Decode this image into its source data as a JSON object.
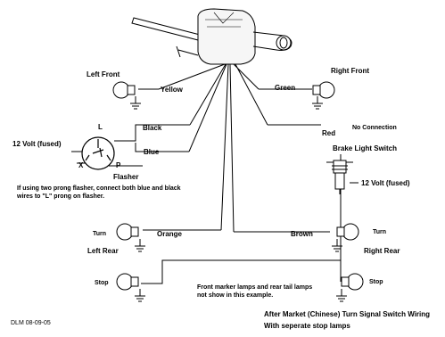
{
  "diagram": {
    "title_line1": "After Market (Chinese) Turn Signal Switch Wiring",
    "title_line2": "With seperate stop lamps",
    "credit": "DLM  08-09-05",
    "lamps": {
      "left_front": "Left Front",
      "right_front": "Right Front",
      "left_rear": "Left Rear",
      "right_rear": "Right Rear",
      "turn_left": "Turn",
      "turn_right": "Turn",
      "stop_left": "Stop",
      "stop_right": "Stop"
    },
    "wires": {
      "yellow": "Yellow",
      "green": "Green",
      "black": "Black",
      "blue": "Blue",
      "red": "Red",
      "red_note": "No Connection",
      "orange": "Orange",
      "brown": "Brown"
    },
    "flasher": {
      "label": "Flasher",
      "supply": "12 Volt (fused)",
      "pin_l": "L",
      "pin_x": "X",
      "pin_p": "P",
      "note": "If using two prong flasher, connect both blue and black wires to \"L\" prong on flasher."
    },
    "brake_switch": {
      "label": "Brake Light  Switch",
      "supply": "12 Volt (fused)"
    },
    "marker_note": "Front marker lamps and rear tail lamps not show in this example."
  }
}
